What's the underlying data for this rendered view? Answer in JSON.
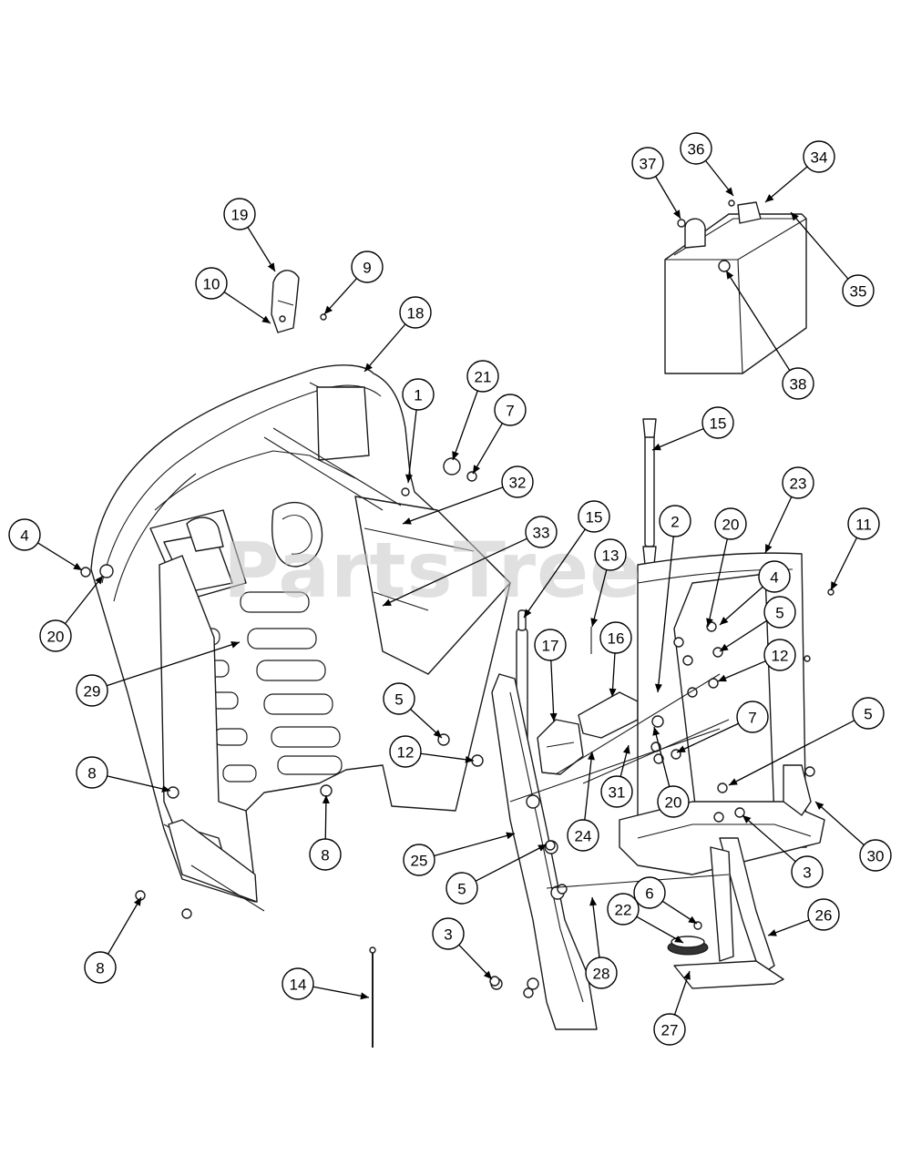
{
  "watermark": "PartsTree",
  "callouts": [
    {
      "id": "c1",
      "label": "1"
    },
    {
      "id": "c2",
      "label": "2"
    },
    {
      "id": "c3a",
      "label": "3"
    },
    {
      "id": "c3b",
      "label": "3"
    },
    {
      "id": "c4a",
      "label": "4"
    },
    {
      "id": "c4b",
      "label": "4"
    },
    {
      "id": "c5a",
      "label": "5"
    },
    {
      "id": "c5b",
      "label": "5"
    },
    {
      "id": "c5c",
      "label": "5"
    },
    {
      "id": "c5d",
      "label": "5"
    },
    {
      "id": "c6",
      "label": "6"
    },
    {
      "id": "c7a",
      "label": "7"
    },
    {
      "id": "c7b",
      "label": "7"
    },
    {
      "id": "c8a",
      "label": "8"
    },
    {
      "id": "c8b",
      "label": "8"
    },
    {
      "id": "c8c",
      "label": "8"
    },
    {
      "id": "c9",
      "label": "9"
    },
    {
      "id": "c10",
      "label": "10"
    },
    {
      "id": "c11",
      "label": "11"
    },
    {
      "id": "c12a",
      "label": "12"
    },
    {
      "id": "c12b",
      "label": "12"
    },
    {
      "id": "c13",
      "label": "13"
    },
    {
      "id": "c14",
      "label": "14"
    },
    {
      "id": "c15a",
      "label": "15"
    },
    {
      "id": "c15b",
      "label": "15"
    },
    {
      "id": "c16",
      "label": "16"
    },
    {
      "id": "c17",
      "label": "17"
    },
    {
      "id": "c18",
      "label": "18"
    },
    {
      "id": "c19",
      "label": "19"
    },
    {
      "id": "c20a",
      "label": "20"
    },
    {
      "id": "c20b",
      "label": "20"
    },
    {
      "id": "c20c",
      "label": "20"
    },
    {
      "id": "c21",
      "label": "21"
    },
    {
      "id": "c22",
      "label": "22"
    },
    {
      "id": "c23",
      "label": "23"
    },
    {
      "id": "c24",
      "label": "24"
    },
    {
      "id": "c25",
      "label": "25"
    },
    {
      "id": "c26",
      "label": "26"
    },
    {
      "id": "c27",
      "label": "27"
    },
    {
      "id": "c28",
      "label": "28"
    },
    {
      "id": "c29",
      "label": "29"
    },
    {
      "id": "c30",
      "label": "30"
    },
    {
      "id": "c31",
      "label": "31"
    },
    {
      "id": "c32",
      "label": "32"
    },
    {
      "id": "c33",
      "label": "33"
    },
    {
      "id": "c34",
      "label": "34"
    },
    {
      "id": "c35",
      "label": "35"
    },
    {
      "id": "c36",
      "label": "36"
    },
    {
      "id": "c37",
      "label": "37"
    },
    {
      "id": "c38",
      "label": "38"
    }
  ]
}
